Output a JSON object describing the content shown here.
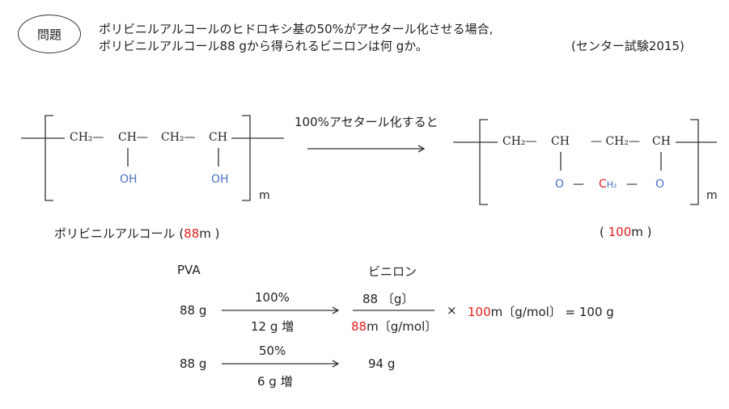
{
  "header": {
    "badge": "問題",
    "line1": "ポリビニルアルコールのヒドロキシ基の50%がアセタール化させる場合,",
    "line2": "ポリビニルアルコール88 gから得られるビニロンは何 gか。",
    "source": "(センター試験2015)"
  },
  "left_structure": {
    "ch2_a": "CH₂—",
    "ch_a": "CH—",
    "ch2_b": "CH₂—",
    "ch_b": "CH",
    "oh_a": "OH",
    "oh_b": "OH",
    "sub": "m"
  },
  "reaction_label": "100%アセタール化すると",
  "right_structure": {
    "ch2_a": "CH₂—",
    "ch_a": "CH",
    "ch2_b": "— CH₂—",
    "ch_b": "CH",
    "o_a": "O",
    "dash1": "—",
    "c_red": "C",
    "h2_blue": "H₂",
    "dash2": "—",
    "o_b": "O",
    "sub": "m"
  },
  "pva_name": {
    "pre": "ポリビニルアルコール (",
    "value": "88",
    "post": "m )"
  },
  "vinylon_name": {
    "pre": "( ",
    "value": "100",
    "post": "m )"
  },
  "calc": {
    "pva_label": "PVA",
    "vinylon_label": "ビニロン",
    "row1": {
      "start": "88 g",
      "above": "100%",
      "below": "12 g 増",
      "num": "88 〔g〕",
      "den_red": "88",
      "den_rest": "m〔g/mol〕",
      "times": "×",
      "mult_red": "100",
      "mult_rest": "m〔g/mol〕 =  100 g"
    },
    "row2": {
      "start": "88 g",
      "above": "50%",
      "below": "6 g 増",
      "result": "94 g"
    }
  }
}
